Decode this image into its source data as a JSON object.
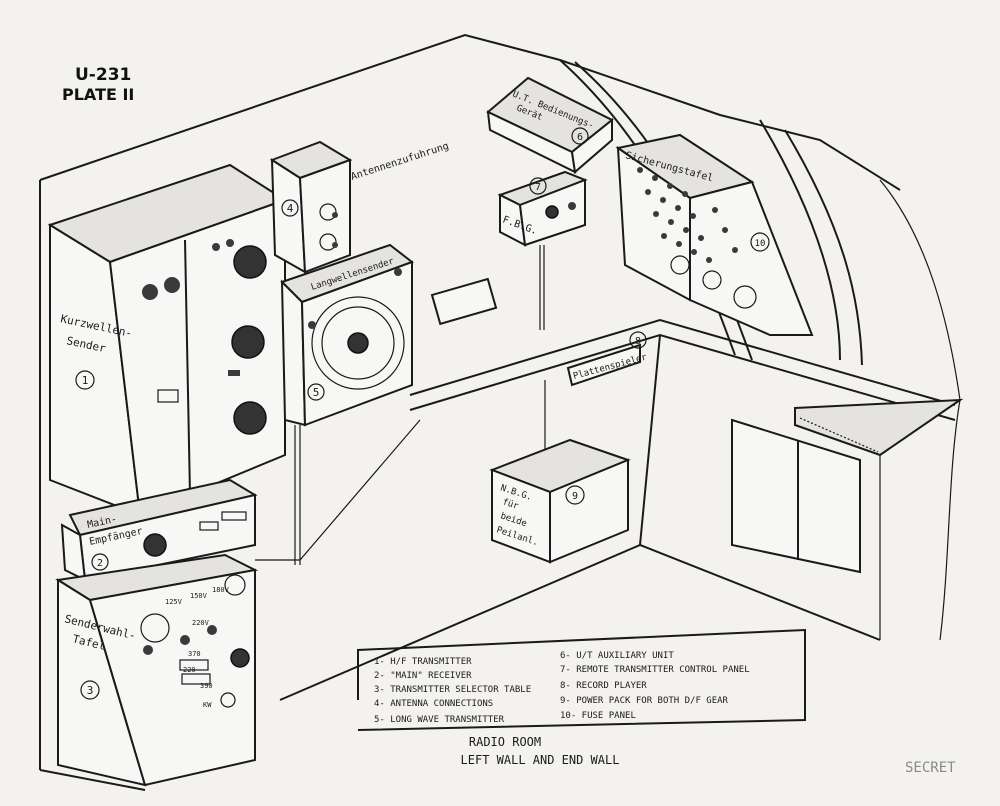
{
  "header": {
    "sheet": "U-231",
    "plate": "PLATE II"
  },
  "room": {
    "title": "RADIO ROOM",
    "subtitle": "LEFT WALL AND END WALL"
  },
  "stamp": "SECRET",
  "legend": {
    "left": [
      "1- H/F TRANSMITTER",
      "2- \"MAIN\" RECEIVER",
      "3- TRANSMITTER SELECTOR TABLE",
      "4- ANTENNA CONNECTIONS",
      "5- LONG WAVE TRANSMITTER"
    ],
    "right": [
      "6- U/T AUXILIARY UNIT",
      "7- REMOTE TRANSMITTER CONTROL PANEL",
      "8- RECORD PLAYER",
      "9- POWER PACK FOR BOTH D/F GEAR",
      "10- FUSE PANEL"
    ]
  },
  "equipment_labels": {
    "kurzwellen_1": "Kurzwellen-",
    "kurzwellen_2": "Sender",
    "empfaenger_1": "Main-",
    "empfaenger_2": "Empfänger",
    "senderwahl_1": "Senderwahl-",
    "senderwahl_2": "Tafel",
    "langwellen": "Langwellensender",
    "antennen": "Antennenzufuhrung",
    "ut_1": "U.T. Bedienungs-",
    "ut_2": "Gerät",
    "fbg": "F.B.G.",
    "sicherung": "Sicherungstafel",
    "platten": "Plattenspieler",
    "netz_1": "N.B.G.",
    "netz_2": "für",
    "netz_3": "beide",
    "netz_4": "Peilanl."
  },
  "callouts": [
    "1",
    "2",
    "3",
    "4",
    "5",
    "6",
    "7",
    "8",
    "9",
    "10"
  ],
  "panel_marks": {
    "selector_1": "125V",
    "selector_2": "150V",
    "selector_3": "180V",
    "selector_4": "220V",
    "selector_5": "370",
    "selector_6": "220",
    "selector_7": "390",
    "selector_8": "KW"
  }
}
